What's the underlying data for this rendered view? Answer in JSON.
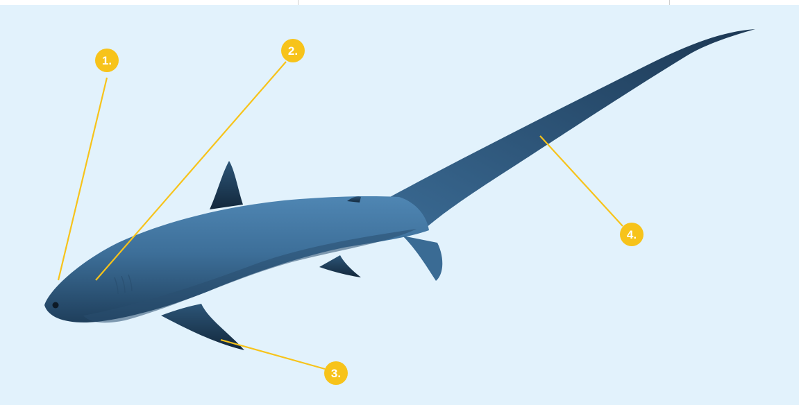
{
  "diagram": {
    "subject": "thresher shark",
    "colors": {
      "background": "#e2f2fc",
      "callout": "#f7c31a",
      "callout_text": "#ffffff",
      "shark_body": "#3d6f99",
      "shark_shadow": "#1e3f5c"
    },
    "callouts": [
      {
        "id": 1,
        "label": "1."
      },
      {
        "id": 2,
        "label": "2."
      },
      {
        "id": 3,
        "label": "3."
      },
      {
        "id": 4,
        "label": "4."
      }
    ]
  }
}
